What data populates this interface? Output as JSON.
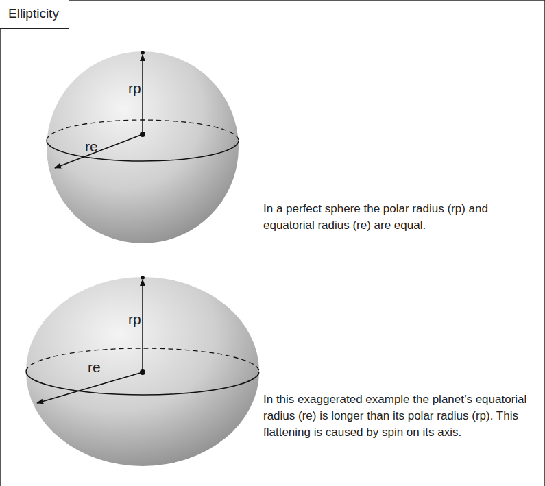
{
  "diagram": {
    "title": "Ellipticity",
    "labels": [
      "rp",
      "re",
      "In a perfect sphere the polar radius (rp) and equatorial radius (re) are equal.",
      "rp",
      "re",
      "In this exaggerated example the planet’s equatorial radius (re) is longer than its polar radius (rp). This flattening is caused by spin on its axis."
    ]
  }
}
